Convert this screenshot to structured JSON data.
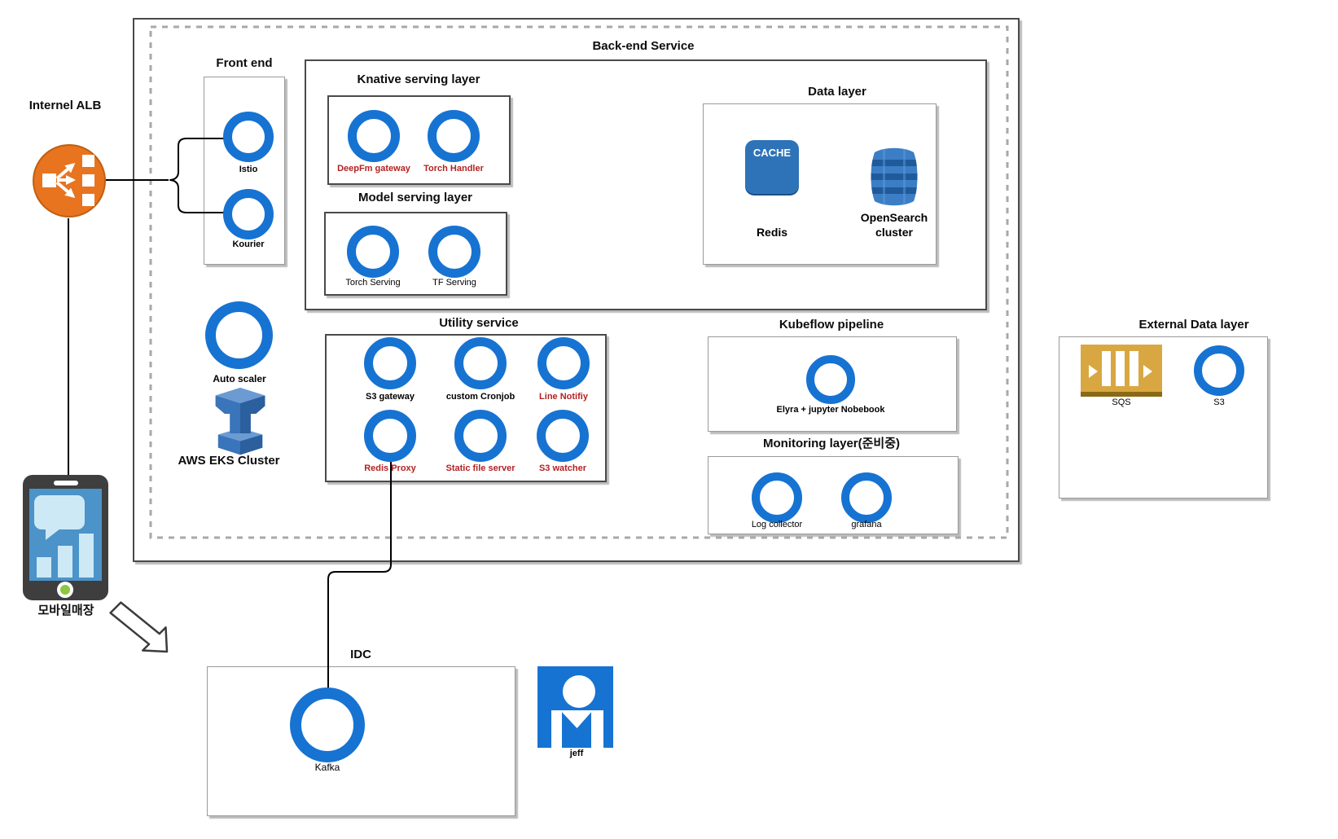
{
  "colors": {
    "node_blue": "#1673d2",
    "label_red": "#b22222",
    "label_black": "#000000",
    "alb_orange": "#e8741f",
    "sqs_gold": "#d9a741",
    "cache_blue": "#2e73b8"
  },
  "alb": {
    "label": "Internel ALB",
    "icon": "load-balancer-icon"
  },
  "mobile": {
    "label": "모바일매장",
    "icon": "mobile-phone-icon"
  },
  "backend": {
    "title": "Back-end Service"
  },
  "front_end": {
    "title": "Front end",
    "items": [
      {
        "label": "Istio"
      },
      {
        "label": "Kourier"
      }
    ]
  },
  "knative": {
    "title": "Knative serving layer",
    "items": [
      {
        "label": "DeepFm gateway",
        "color": "#b22222"
      },
      {
        "label": "Torch Handler",
        "color": "#b22222"
      }
    ]
  },
  "model_serving": {
    "title": "Model serving layer",
    "items": [
      {
        "label": "Torch Serving",
        "color": "#000000"
      },
      {
        "label": "TF Serving",
        "color": "#000000"
      }
    ]
  },
  "data_layer": {
    "title": "Data layer",
    "redis": {
      "label": "Redis",
      "icon_text": "CACHE"
    },
    "opensearch": {
      "label": "OpenSearch cluster"
    }
  },
  "utility": {
    "title": "Utility service",
    "items": [
      {
        "label": "S3 gateway",
        "color": "#000000"
      },
      {
        "label": "custom Cronjob",
        "color": "#000000"
      },
      {
        "label": "Line Notifiy",
        "color": "#b22222"
      },
      {
        "label": "Redis Proxy",
        "color": "#b22222"
      },
      {
        "label": "Static file server",
        "color": "#b22222"
      },
      {
        "label": "S3 watcher",
        "color": "#b22222"
      }
    ]
  },
  "kubeflow": {
    "title": "Kubeflow pipeline",
    "items": [
      {
        "label": "Elyra + jupyter Nobebook"
      }
    ]
  },
  "monitoring": {
    "title": "Monitoring layer(준비중)",
    "items": [
      {
        "label": "Log collector"
      },
      {
        "label": "grafana"
      }
    ]
  },
  "cluster": {
    "autoscaler_label": "Auto scaler",
    "eks_label": "AWS EKS Cluster"
  },
  "external": {
    "title": "External Data layer",
    "items": [
      {
        "label": "SQS"
      },
      {
        "label": "S3"
      }
    ]
  },
  "idc": {
    "title": "IDC",
    "kafka_label": "Kafka"
  },
  "user": {
    "label": "jeff"
  }
}
